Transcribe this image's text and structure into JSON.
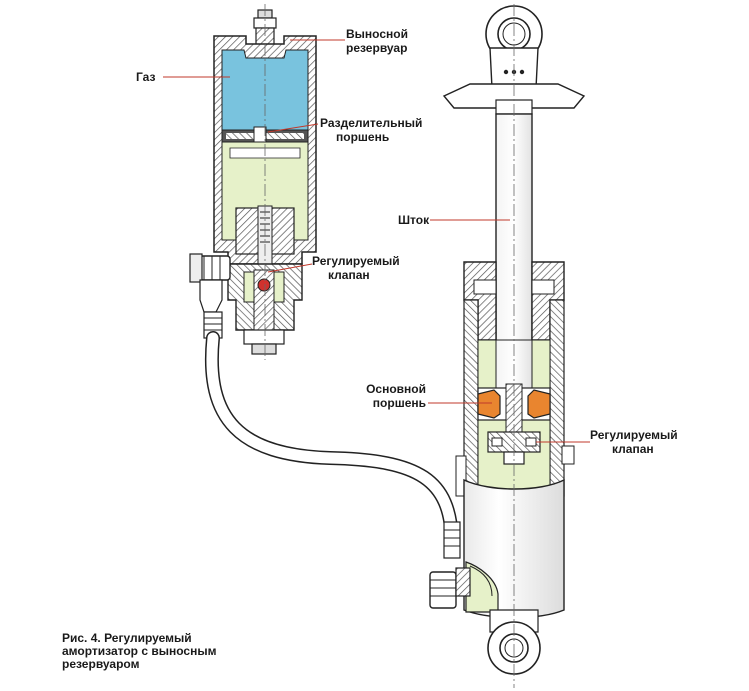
{
  "labels": {
    "remote_reservoir": [
      "Выносной",
      "резервуар"
    ],
    "gas": "Газ",
    "separating_piston": [
      "Разделительный",
      "поршень"
    ],
    "rod": "Шток",
    "adjustable_valve_reservoir": [
      "Регулируемый",
      "клапан"
    ],
    "main_piston": [
      "Основной",
      "поршень"
    ],
    "adjustable_valve_damper": [
      "Регулируемый",
      "клапан"
    ]
  },
  "caption": [
    "Рис. 4. Регулируемый",
    "амортизатор с выносным",
    "резервуаром"
  ],
  "colors": {
    "gas": "#79c3de",
    "oil": "#e6f1c9",
    "pistons": "#e9852f",
    "seal": "#d0312d",
    "leader_line": "#c0392b",
    "body_hatch": "#555555",
    "outline": "#222222"
  }
}
